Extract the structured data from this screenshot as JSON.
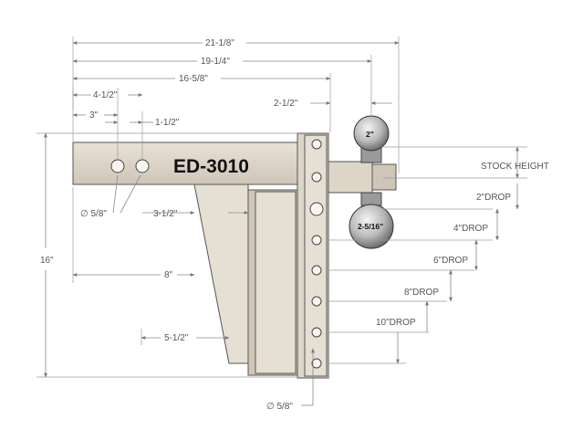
{
  "part": {
    "model": "ED-3010",
    "top_ball": "2\"",
    "bottom_ball": "2-5/16\""
  },
  "dimensions": {
    "overall_length": "21-1/8\"",
    "to_top_ball": "19-1/4\"",
    "to_receiver": "16-5/8\"",
    "ball_offset": "2-1/2\"",
    "hole2_from_end": "4-1/2\"",
    "hole1_from_end": "3\"",
    "hole_spacing": "1-1/2\"",
    "hole_diameter": "∅ 5/8\"",
    "gusset_offset": "3-1/2\"",
    "shank_to_gusset": "8\"",
    "gusset_bottom": "5-1/2\"",
    "height": "16\"",
    "receiver_hole_diameter": "∅ 5/8\""
  },
  "drops": {
    "stock_height": "STOCK HEIGHT",
    "d2": "2\"DROP",
    "d4": "4\"DROP",
    "d6": "6\"DROP",
    "d8": "8\"DROP",
    "d10": "10\"DROP"
  }
}
